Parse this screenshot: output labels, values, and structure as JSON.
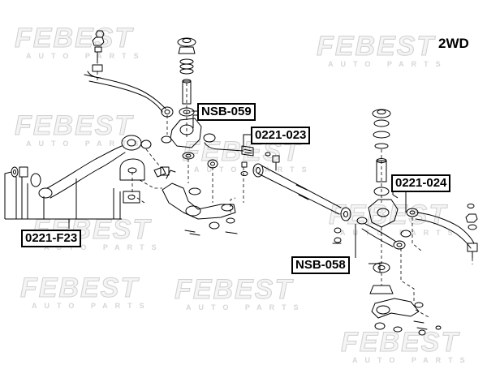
{
  "corner_label": "2WD",
  "watermark": {
    "brand": "FEBEST",
    "tagline": "AUTO PARTS"
  },
  "part_labels": [
    {
      "id": "nsb-059",
      "text": "NSB-059"
    },
    {
      "id": "0221-023",
      "text": "0221-023"
    },
    {
      "id": "0221-024",
      "text": "0221-024"
    },
    {
      "id": "nsb-058",
      "text": "NSB-058"
    },
    {
      "id": "0221-f23",
      "text": "0221-F23"
    }
  ]
}
